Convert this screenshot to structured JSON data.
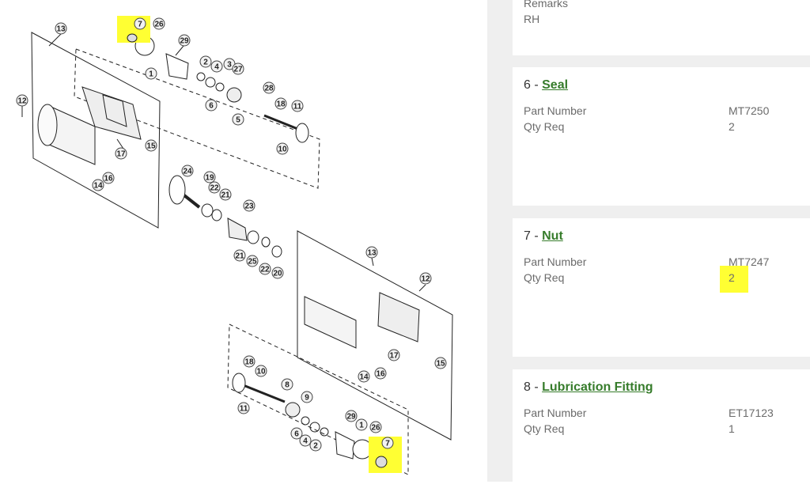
{
  "diagram": {
    "callouts": {
      "c_a13": "13",
      "c_a7": "7",
      "c_a26": "26",
      "c_a29": "29",
      "c_a12": "12",
      "c_a1": "1",
      "c_a2": "2",
      "c_a3": "3",
      "c_a4": "4",
      "c_a27": "27",
      "c_a6": "6",
      "c_a5": "5",
      "c_a28": "28",
      "c_a18": "18",
      "c_a11": "11",
      "c_a10": "10",
      "c_a17": "17",
      "c_a15": "15",
      "c_a16": "16",
      "c_a14": "14",
      "c_m24": "24",
      "c_m19": "19",
      "c_m22": "22",
      "c_m21": "21",
      "c_m23": "23",
      "c_m21b": "21",
      "c_m25": "25",
      "c_m22b": "22",
      "c_m20": "20",
      "c_b13": "13",
      "c_b12": "12",
      "c_b17": "17",
      "c_b16": "16",
      "c_b14": "14",
      "c_b15": "15",
      "c_b18": "18",
      "c_b10": "10",
      "c_b8": "8",
      "c_b9": "9",
      "c_b11": "11",
      "c_b6": "6",
      "c_b4": "4",
      "c_b2": "2",
      "c_b29": "29",
      "c_b1": "1",
      "c_b26": "26",
      "c_b7": "7"
    }
  },
  "cards": [
    {
      "remarks_label": "Remarks",
      "remarks_value": "RH"
    },
    {
      "num": "6 - ",
      "name": "Seal",
      "part_label": "Part Number",
      "part_value": "MT7250",
      "qty_label": "Qty Req",
      "qty_value": "2"
    },
    {
      "num": "7 - ",
      "name": "Nut",
      "part_label": "Part Number",
      "part_value": "MT7247",
      "qty_label": "Qty Req",
      "qty_value": "2"
    },
    {
      "num": "8 - ",
      "name": "Lubrication Fitting",
      "part_label": "Part Number",
      "part_value": "ET17123",
      "qty_label": "Qty Req",
      "qty_value": "1"
    }
  ],
  "colors": {
    "link": "#367c2b",
    "highlight": "#ffff33",
    "panel_bg": "#efefef"
  }
}
